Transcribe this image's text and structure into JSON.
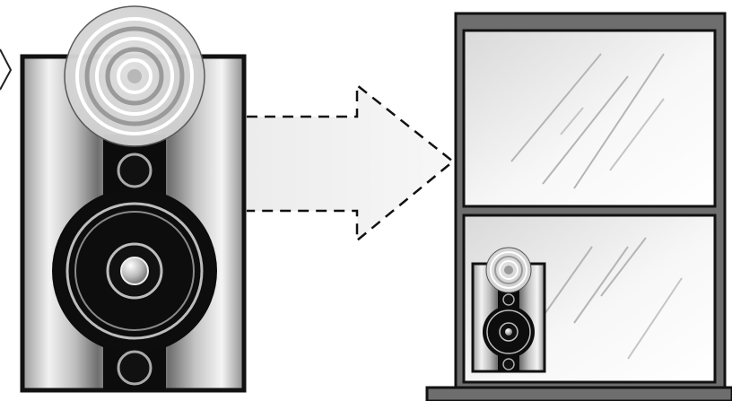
{
  "illustration": {
    "large_speaker": {
      "parts": [
        "tweeter",
        "port",
        "woofer",
        "dust-cap",
        "port"
      ]
    },
    "arrow": {
      "style": "dashed",
      "direction": "right"
    },
    "cabinet": {
      "shelves": [
        "upper-shelf",
        "lower-shelf"
      ],
      "lower_shelf_item": "small-speaker"
    }
  }
}
